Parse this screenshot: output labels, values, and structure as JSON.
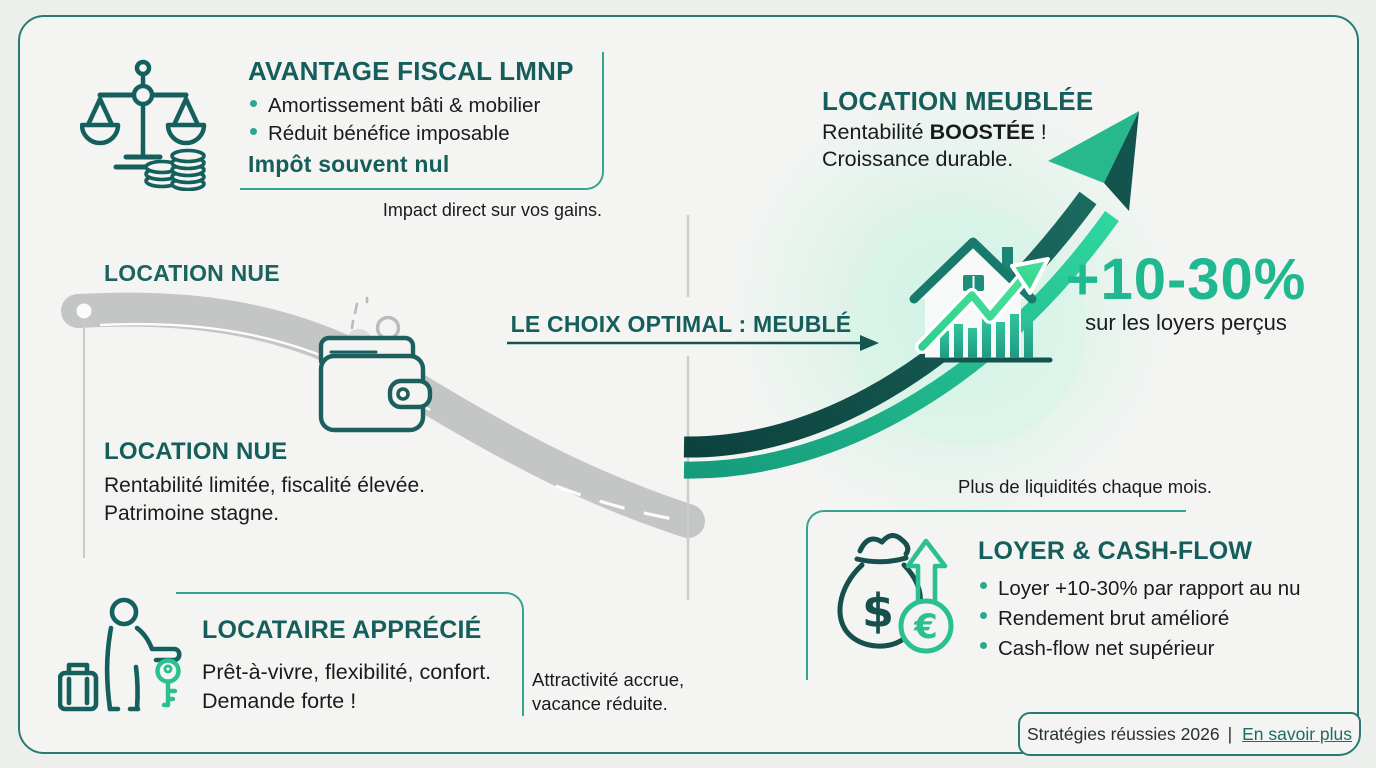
{
  "fiscal": {
    "title": "AVANTAGE FISCAL LMNP",
    "bullets": [
      "Amortissement bâti & mobilier",
      "Réduit bénéfice imposable"
    ],
    "highlight": "Impôt souvent nul",
    "caption": "Impact direct sur vos gains."
  },
  "meublee": {
    "title": "LOCATION MEUBLÉE",
    "line1_prefix": "Rentabilité ",
    "line1_bold": "BOOSTÉE",
    "line1_suffix": " !",
    "line2": "Croissance durable.",
    "stat": "+10-30%",
    "stat_caption": "sur les loyers perçus"
  },
  "nue": {
    "label": "LOCATION NUE",
    "title": "LOCATION NUE",
    "line1": "Rentabilité limitée, fiscalité élevée.",
    "line2": "Patrimoine stagne."
  },
  "choix": {
    "title": "LE CHOIX OPTIMAL : MEUBLÉ"
  },
  "locataire": {
    "title": "LOCATAIRE APPRÉCIÉ",
    "line1": "Prêt-à-vivre, flexibilité, confort.",
    "line2": "Demande forte !",
    "caption_line1": "Attractivité accrue,",
    "caption_line2": "vacance réduite."
  },
  "cashflow": {
    "caption": "Plus de liquidités chaque mois.",
    "title": "LOYER & CASH-FLOW",
    "bullets": [
      "Loyer +10-30% par rapport au nu",
      "Rendement brut amélioré",
      "Cash-flow net supérieur"
    ]
  },
  "footer": {
    "text": "Stratégies réussies 2026",
    "separator": "|",
    "link": "En savoir plus"
  },
  "icons": {
    "balance_scale": "scales-of-justice-with-coins",
    "wallet": "wallet-with-coin-drop",
    "house_growth": "house-with-bar-chart-and-rising-arrow",
    "person_key": "tenant-with-suitcase-and-key",
    "money_bag": "money-bag-with-up-arrow-and-euro",
    "dollar_glyph": "$",
    "euro_glyph": "€"
  },
  "colors": {
    "teal_dark": "#14544e",
    "teal_heading": "#165e5b",
    "teal_border": "#35a493",
    "green_accent": "#1fb890",
    "green_bright": "#3fd48f",
    "gray_road": "#c3c6c5",
    "background": "#f4f5f3"
  }
}
